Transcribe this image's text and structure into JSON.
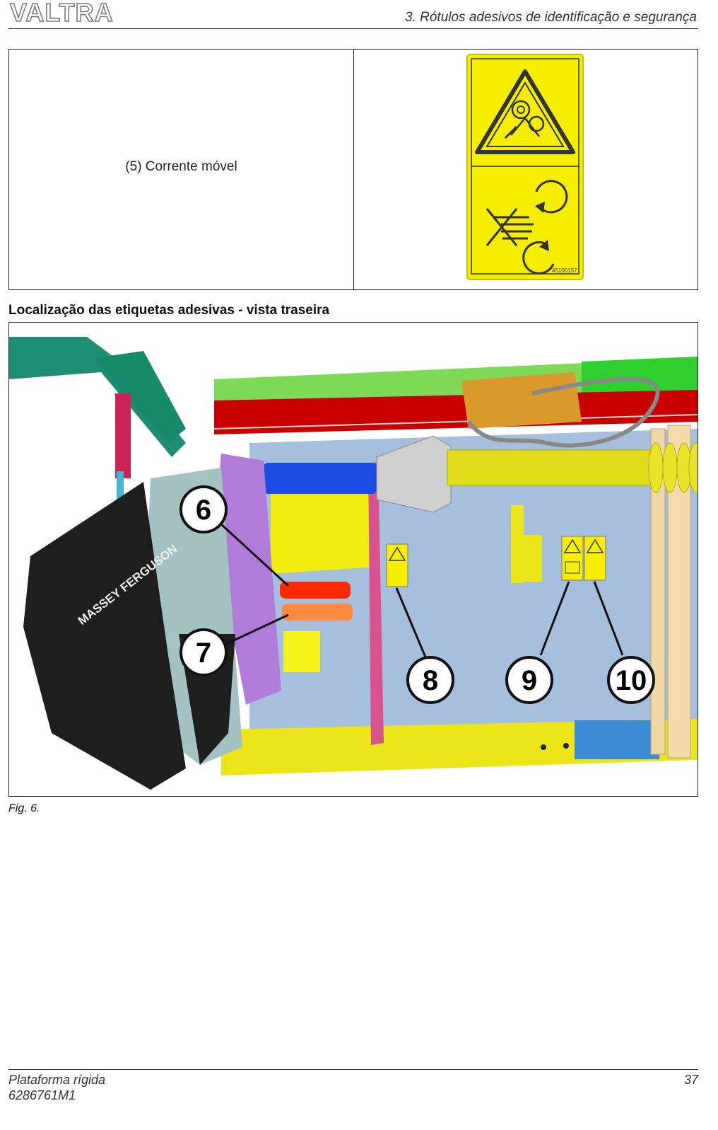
{
  "header": {
    "logo_text": "VALTRA",
    "chapter_title": "3. Rótulos adesivos de identificação e segurança"
  },
  "label_table": {
    "rows": [
      {
        "caption": "(5) Corrente móvel",
        "sticker_code": "45100157"
      }
    ]
  },
  "section": {
    "heading": "Localização das etiquetas adesivas - vista traseira"
  },
  "figure": {
    "brand_on_machine": "MASSEY FERGUSON",
    "callouts": [
      "6",
      "7",
      "8",
      "9",
      "10"
    ],
    "caption": "Fig. 6."
  },
  "footer": {
    "title": "Plataforma rígida",
    "code": "6286761M1",
    "page_number": "37"
  },
  "colors": {
    "sticker_yellow": "#f5ee00",
    "frame_green": "#7ed957",
    "rail_red": "#c80000",
    "panel_blue": "#a6bfdc",
    "drive_shaft_yellow": "#e0dc1a",
    "hood_black": "#1e1e1e",
    "cover_purple": "#b07bd9",
    "marker_red": "#ff2a00",
    "marker_orange": "#ff8a3d"
  }
}
